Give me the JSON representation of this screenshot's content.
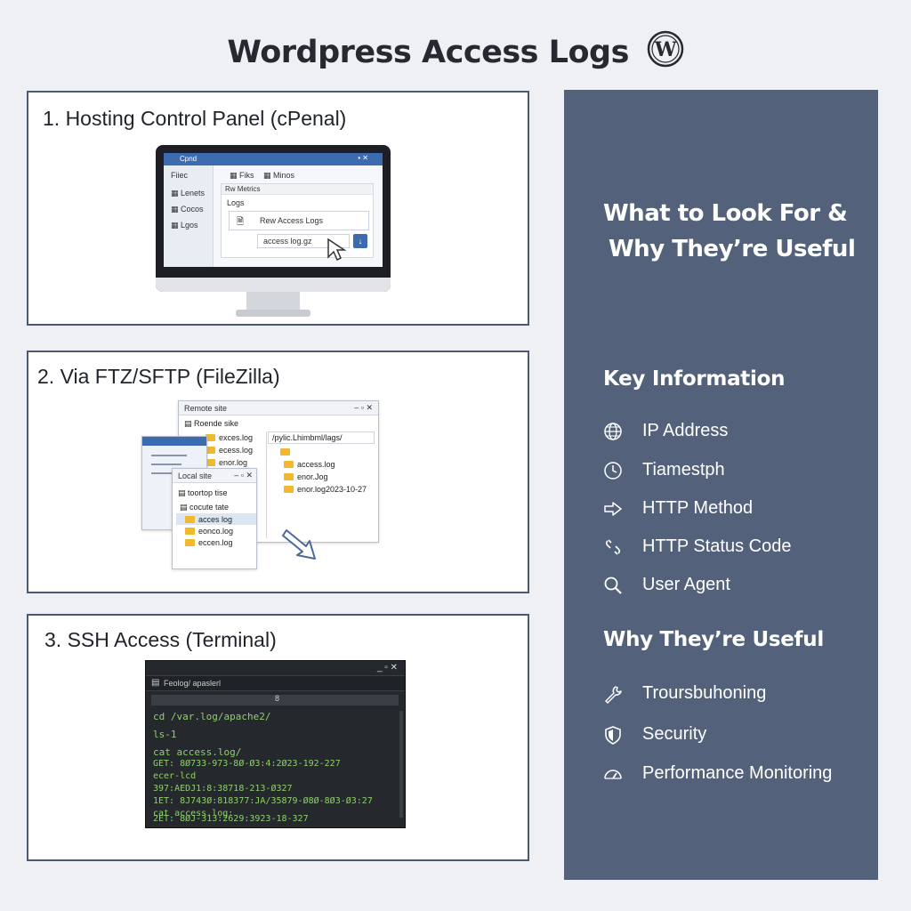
{
  "title": "Wordpress Access Logs",
  "panels": {
    "p1": {
      "title": "1. Hosting Control Panel (cPenal)",
      "app_title": "Cpnd",
      "toolbar": [
        "Fiks",
        "Minos"
      ],
      "sidebar_header": "Fiiec",
      "sidebar": [
        "Lenets",
        "Cocos",
        "Lgos"
      ],
      "section": "Rw Metrics",
      "logs_label": "Logs",
      "raw_logs": "Rew Access Logs",
      "file": "access log.gz"
    },
    "p2": {
      "title": "2. Via FTZ/SFTP (FileZilla)",
      "remote_title": "Remote site",
      "remote_subtitle": "Roende sike",
      "remote_files": [
        "exces.log",
        "ecess.log",
        "enor.log"
      ],
      "remote_path": "/pylic.Lhimbml/lags/",
      "remote_right_files": [
        "access.log",
        "enor.Jog",
        "enor.log2023-10-27"
      ],
      "local_title": "Local site",
      "local_subtitle": "toortop tise",
      "local_path": "cocute tate",
      "local_files": [
        "acces log",
        "eonco.log",
        "eccen.log"
      ]
    },
    "p3": {
      "title": "3. SSH Access (Terminal)",
      "term_title": "Feolog/ apaslerl",
      "lines": [
        "cd /var.log/apache2/",
        "ls-1",
        "cat access.log/",
        "GET: 8Ø733-973-8Ø-Ø3:4:2Ø23-192-227",
        "ecer-lcd",
        "397:AEDJ1:8:38718-213-Ø327",
        "1ET: 8J743Ø:818377:JA/35879-Ø8Ø-8Ø3-Ø3:27",
        "cat access.log:",
        "2ET: 8ØJ-313:2629:3923-18-327"
      ]
    }
  },
  "side": {
    "heading_line1": "What to Look For &",
    "heading_line2": "Why They’re Useful",
    "key_info_heading": "Key Information",
    "key_info": [
      {
        "icon": "globe-icon",
        "label": "IP Address"
      },
      {
        "icon": "clock-icon",
        "label": "Tiamestph"
      },
      {
        "icon": "arrow-right-icon",
        "label": "HTTP Method"
      },
      {
        "icon": "link-icon",
        "label": "HTTP Status Code"
      },
      {
        "icon": "search-icon",
        "label": "User Agent"
      }
    ],
    "useful_heading": "Why They’re Useful",
    "useful": [
      {
        "icon": "wrench-icon",
        "label": "Troursbuhoning"
      },
      {
        "icon": "shield-icon",
        "label": "Security"
      },
      {
        "icon": "gauge-icon",
        "label": "Performance Monitoring"
      }
    ]
  }
}
